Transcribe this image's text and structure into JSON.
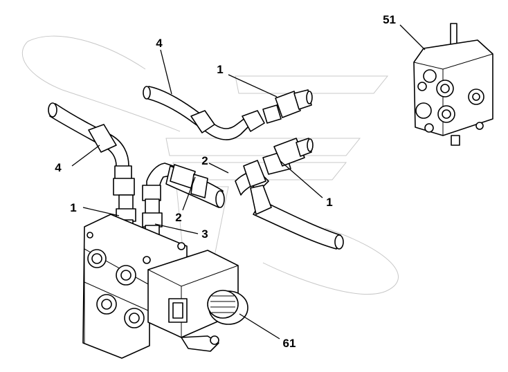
{
  "callouts": {
    "valve_51": "51",
    "hose_4_upper": "4",
    "hose_4_left": "4",
    "fitting_1_upper": "1",
    "fitting_1_right": "1",
    "fitting_1_left": "1",
    "hose_2_upper": "2",
    "hose_2_lower": "2",
    "adapter_3": "3",
    "knob_61": "61"
  },
  "colors": {
    "line": "#000000",
    "background": "#ffffff",
    "watermark": "#c8c8c8"
  }
}
